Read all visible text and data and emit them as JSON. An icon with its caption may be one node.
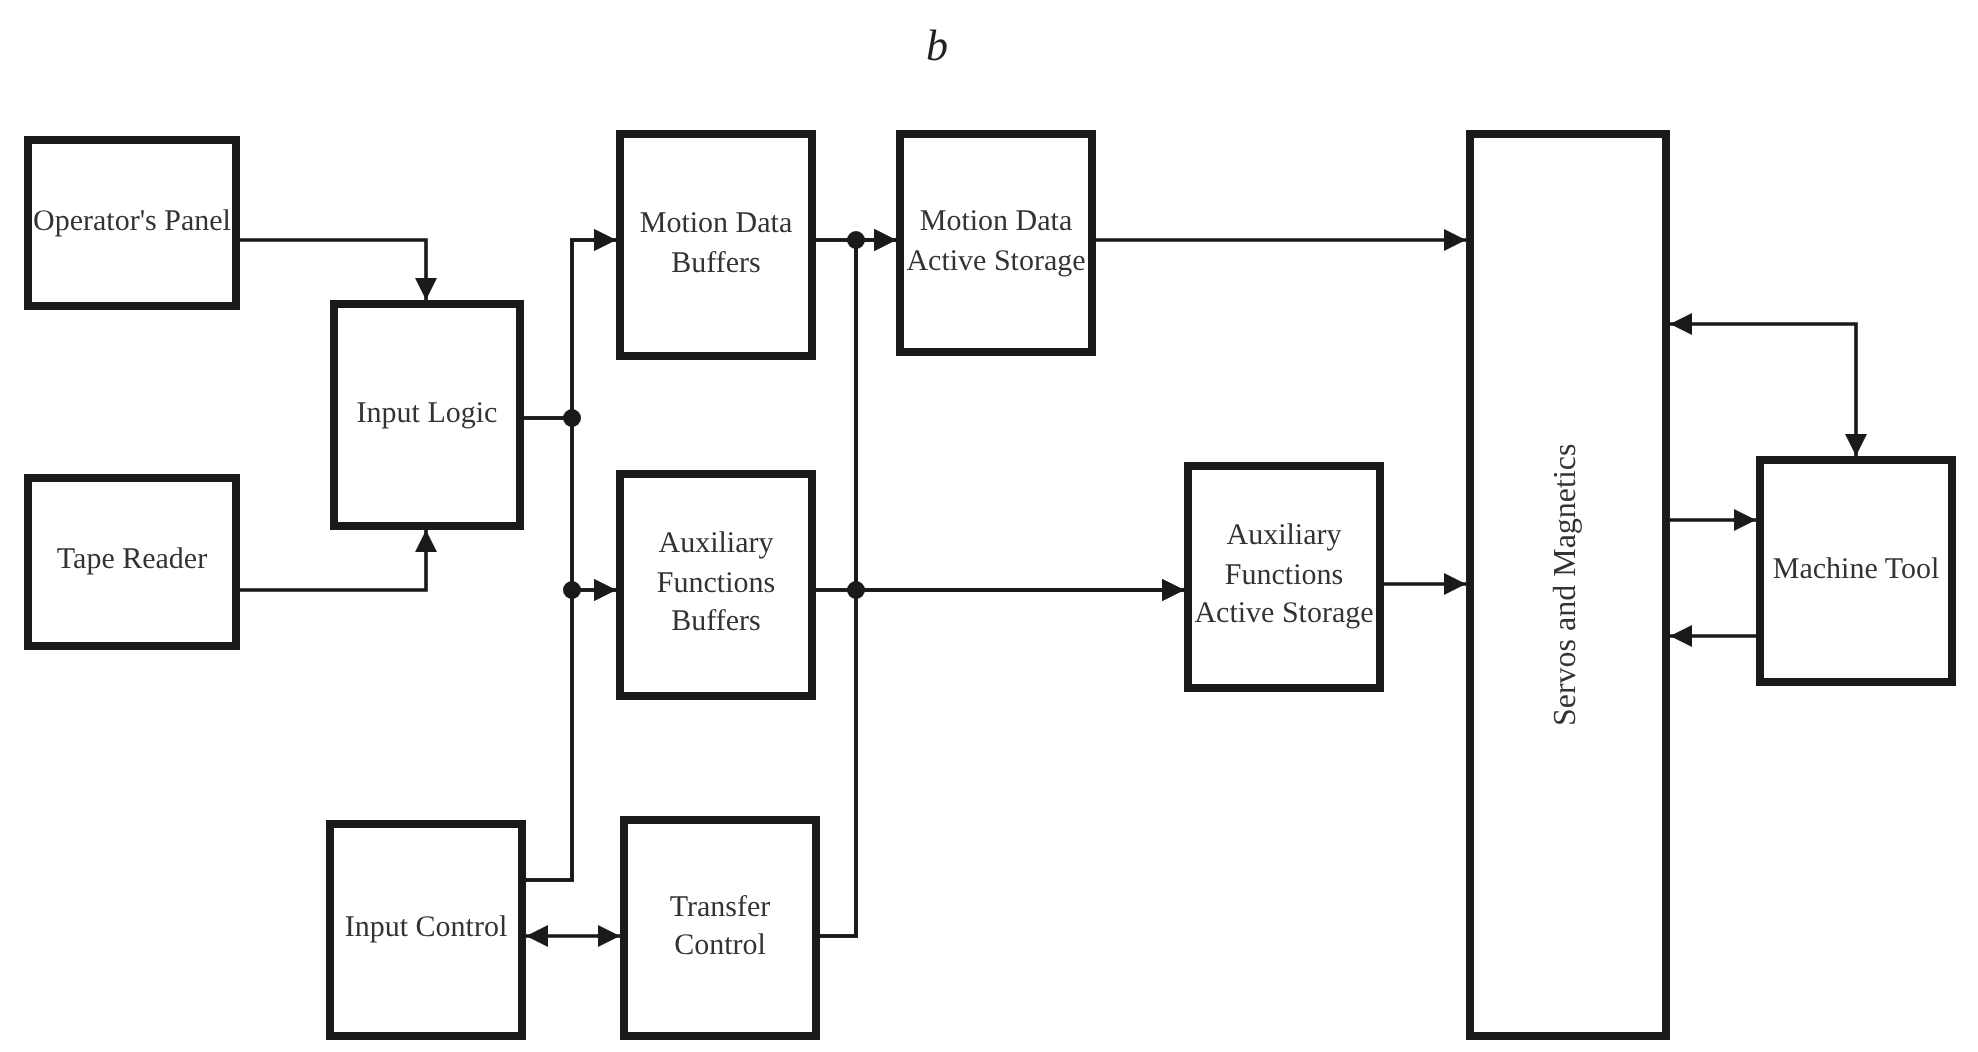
{
  "diagram": {
    "nodes": [
      {
        "text": [
          "Operator's Panel"
        ]
      },
      {
        "text": [
          "Input Logic"
        ]
      },
      {
        "text": [
          "Tape Reader"
        ]
      },
      {
        "text": [
          "Motion Data Buffers"
        ]
      },
      {
        "text": [
          "Motion Data Active Storage"
        ]
      },
      {
        "text": [
          "Servos and Magnetics"
        ]
      },
      {
        "text": [
          "Auxiliary Functions Buffers"
        ]
      },
      {
        "text": [
          "Auxiliary Functions Active Storage"
        ]
      },
      {
        "text": [
          "Machine Tool"
        ]
      },
      {
        "text": [
          "Input Control"
        ]
      },
      {
        "text": [
          "Transfer Control"
        ]
      }
    ],
    "edges": [
      {
        "from": 0,
        "to": 1,
        "arrow": "to"
      },
      {
        "from": 2,
        "to": 1,
        "arrow": "to"
      },
      {
        "from": 1,
        "to": 3,
        "arrow": "to"
      },
      {
        "from": 1,
        "to": 6,
        "arrow": "to"
      },
      {
        "from": 9,
        "to": 3,
        "arrow": "to"
      },
      {
        "from": 9,
        "to": 6,
        "arrow": "to"
      },
      {
        "from": 3,
        "to": 4,
        "arrow": "to"
      },
      {
        "from": 3,
        "to": 7,
        "arrow": "to"
      },
      {
        "from": 6,
        "to": 4,
        "arrow": "to"
      },
      {
        "from": 6,
        "to": 7,
        "arrow": "to"
      },
      {
        "from": 10,
        "to": 4,
        "arrow": "to"
      },
      {
        "from": 10,
        "to": 7,
        "arrow": "to"
      },
      {
        "from": 4,
        "to": 5,
        "arrow": "to"
      },
      {
        "from": 7,
        "to": 5,
        "arrow": "to"
      },
      {
        "from": 5,
        "to": 8,
        "arrow": "both"
      },
      {
        "from": 5,
        "to": 8,
        "arrow": "to"
      },
      {
        "from": 8,
        "to": 5,
        "arrow": "to"
      },
      {
        "from": 9,
        "to": 10,
        "arrow": "both"
      }
    ],
    "labels": [
      "b"
    ]
  }
}
